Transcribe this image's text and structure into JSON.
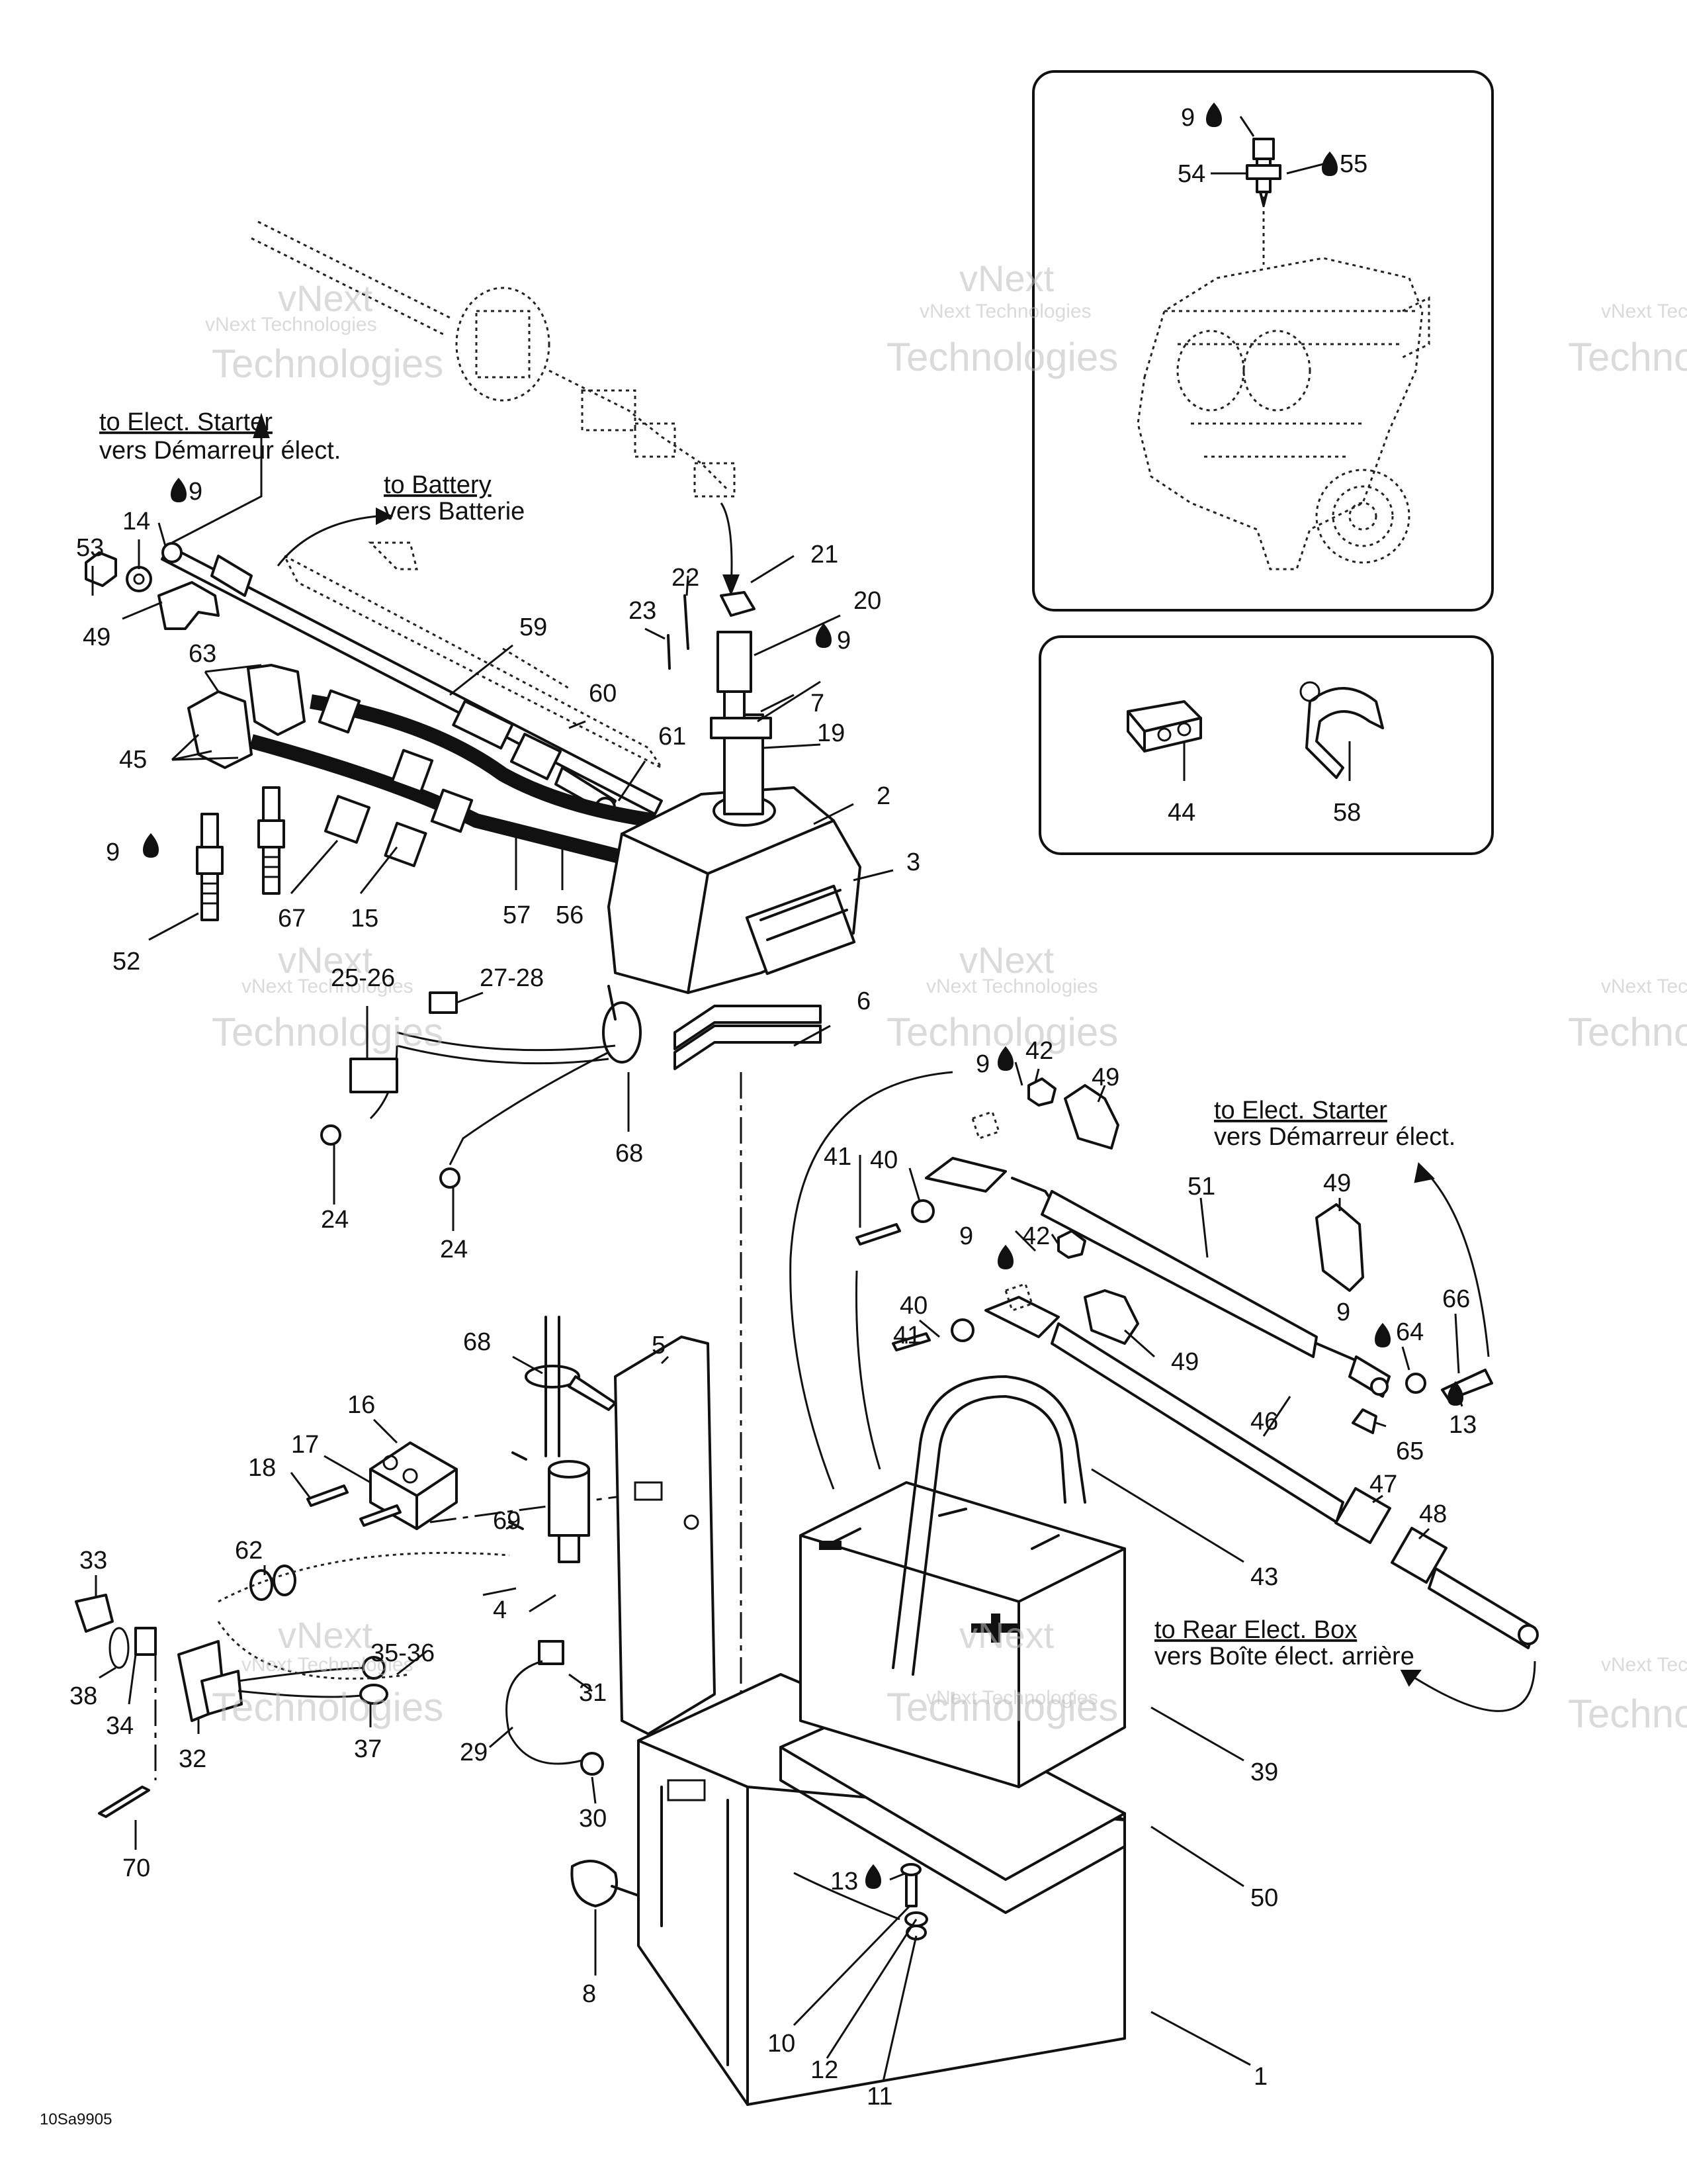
{
  "watermark": {
    "line1": "vNext",
    "line2": "vNext Technologies",
    "line3": "Technologies"
  },
  "figure_code": "10Sa9905",
  "annotations": {
    "elec_starter_top": {
      "en": "to Elect. Starter",
      "fr": "vers Démarreur élect."
    },
    "battery": {
      "en": "to Battery",
      "fr": "vers Batterie"
    },
    "elec_starter_right": {
      "en": "to Elect. Starter",
      "fr": "vers Démarreur élect."
    },
    "rear_box": {
      "en": "to Rear Elect. Box",
      "fr": "vers Boîte élect. arrière"
    }
  },
  "callouts": {
    "c1": "1",
    "c2": "2",
    "c3": "3",
    "c4": "4",
    "c5": "5",
    "c6": "6",
    "c7": "7",
    "c8": "8",
    "c9a": "9",
    "c9b": "9",
    "c9c": "9",
    "c9d": "9",
    "c9e": "9",
    "c9f": "9",
    "c9g": "9",
    "c10": "10",
    "c11": "11",
    "c12": "12",
    "c13a": "13",
    "c13b": "13",
    "c14": "14",
    "c15": "15",
    "c16": "16",
    "c17": "17",
    "c18": "18",
    "c19": "19",
    "c20": "20",
    "c21": "21",
    "c22": "22",
    "c23": "23",
    "c24a": "24",
    "c24b": "24",
    "c25": "25-26",
    "c27": "27-28",
    "c29": "29",
    "c30": "30",
    "c31": "31",
    "c32": "32",
    "c33": "33",
    "c34": "34",
    "c35": "35-36",
    "c37": "37",
    "c38": "38",
    "c39": "39",
    "c40a": "40",
    "c40b": "40",
    "c41a": "41",
    "c41b": "41",
    "c42a": "42",
    "c42b": "42",
    "c43": "43",
    "c44": "44",
    "c45": "45",
    "c46": "46",
    "c47": "47",
    "c48": "48",
    "c49a": "49",
    "c49b": "49",
    "c49c": "49",
    "c49d": "49",
    "c50": "50",
    "c51": "51",
    "c52": "52",
    "c53": "53",
    "c54": "54",
    "c55": "55",
    "c56": "56",
    "c57": "57",
    "c58": "58",
    "c59": "59",
    "c60": "60",
    "c61": "61",
    "c62": "62",
    "c63": "63",
    "c64": "64",
    "c65": "65",
    "c66": "66",
    "c67": "67",
    "c68a": "68",
    "c68b": "68",
    "c69": "69",
    "c70": "70"
  }
}
